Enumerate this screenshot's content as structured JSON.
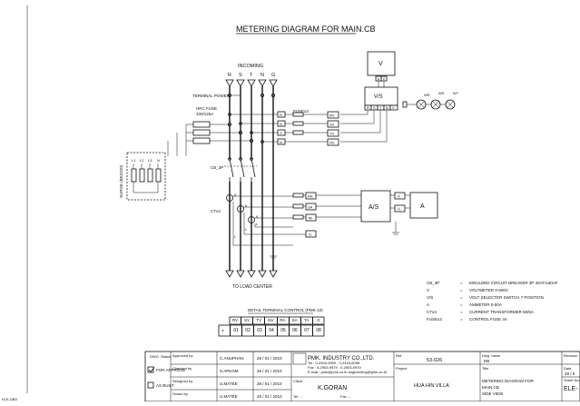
{
  "title": "METERING DIAGRAM FOR MAIN.CB",
  "incoming": {
    "label": "INCOMING",
    "phases": [
      "R",
      "S",
      "T",
      "N",
      "G"
    ],
    "terminal_power": "TERMINAL POWER",
    "hrc_fuse": "HRC FUSE",
    "hrc_rating": "100/125A",
    "cb_label": "CB_3P",
    "ct_label": "CTx3"
  },
  "fuse_block": {
    "label": "FUSEx3",
    "phase_tags": [
      "R",
      "S",
      "T",
      "N"
    ],
    "volt_tags": [
      "RV",
      "SV",
      "TV",
      "NV"
    ]
  },
  "surge": {
    "label": "SURGE (BK2310)",
    "taps": [
      "L1",
      "L2",
      "L3",
      "N"
    ]
  },
  "voltmeter": {
    "label": "V",
    "terminals": [
      "U",
      "V"
    ]
  },
  "vs_switch": {
    "label": "V/S",
    "terminals": [
      "R",
      "S",
      "T",
      "N",
      "V"
    ]
  },
  "lamps": [
    "WR",
    "WS",
    "WT"
  ],
  "ct_rows": {
    "k_labels": [
      "K",
      "K",
      "K"
    ],
    "l_labels": [
      "L",
      "L",
      "L"
    ],
    "tags": [
      "RA",
      "SA",
      "TA"
    ],
    "ground": "G"
  },
  "as_switch": {
    "label": "A/S",
    "a_terminal": "A",
    "a_out": "A"
  },
  "ammeter": {
    "label": "A"
  },
  "load_center": "TO LOAD CENTER",
  "terminal_control": {
    "title": "DETAIL TERMINAL CONTROL (PMK-10)",
    "headers": [
      "RV",
      "SV",
      "TV",
      "NV",
      "RA",
      "SA",
      "TA",
      "G"
    ],
    "row_label": "T",
    "numbers": [
      "01",
      "02",
      "03",
      "04",
      "05",
      "06",
      "07",
      "08"
    ]
  },
  "legend": [
    {
      "key": "CB_3P",
      "desc": "MOULDED CIRCUIT BREAKER 3P 40AT/160AF"
    },
    {
      "key": "V",
      "desc": "VOLTMETER 0-500V"
    },
    {
      "key": "V/S",
      "desc": "VOLT SELECTER SWITCH 7 POSITION"
    },
    {
      "key": "A",
      "desc": "AMMETER 0-50A"
    },
    {
      "key": "CTx3",
      "desc": "CURRENT TRANSFORMER 50/5A"
    },
    {
      "key": "FUSEx3",
      "desc": "CONTROL FUSE 4A"
    }
  ],
  "title_block": {
    "dwg_status": "DWG. Status",
    "for_approve": "FOR APPROVE",
    "as_built": "AS BUILT",
    "rows": [
      {
        "role": "Approved by",
        "name": "C.ANUPHAN",
        "date": "28 / 01 / 2010"
      },
      {
        "role": "Checked by",
        "name": "S.APKOM",
        "date": "28 / 01 / 2010"
      },
      {
        "role": "Designed by",
        "name": "U.MATEE",
        "date": "28 / 01 / 2010"
      },
      {
        "role": "Drawn by",
        "name": "U.MATEE",
        "date": "28 / 01 / 2010"
      }
    ],
    "company": "PMK. INDUSTRY CO.,LTD.",
    "tel1": "Tel : 0-2903-9999 , 0-2443-6058",
    "tel2": "Fax : 0-2903-9979 , 0-2903-9970",
    "email": "E-mail : pmk@pmk.co.th  engineering@pmk.co.th",
    "client_label": "Client",
    "client": "K.GORAN",
    "tel_label": "Tel : -",
    "fax_label": "Fax : -",
    "ref_label": "Ref.",
    "ref": "53-026",
    "project_label": "Project",
    "project": "HUA HIN VILLA",
    "dwg_name_label": "Dwg. name",
    "dwg_name": "DB",
    "title_label": "Title",
    "title_line1": "METERING DIAGRAM FOR",
    "title_line2": "MAIN.CB",
    "title_line3": "SIDE VIEW",
    "revision_label": "Revision",
    "date_label": "Date",
    "date_value": "28 / 0",
    "sheet_label": "Sheet No.",
    "sheet_value": "ELE-"
  },
  "footer_code": "ELE-DB5"
}
